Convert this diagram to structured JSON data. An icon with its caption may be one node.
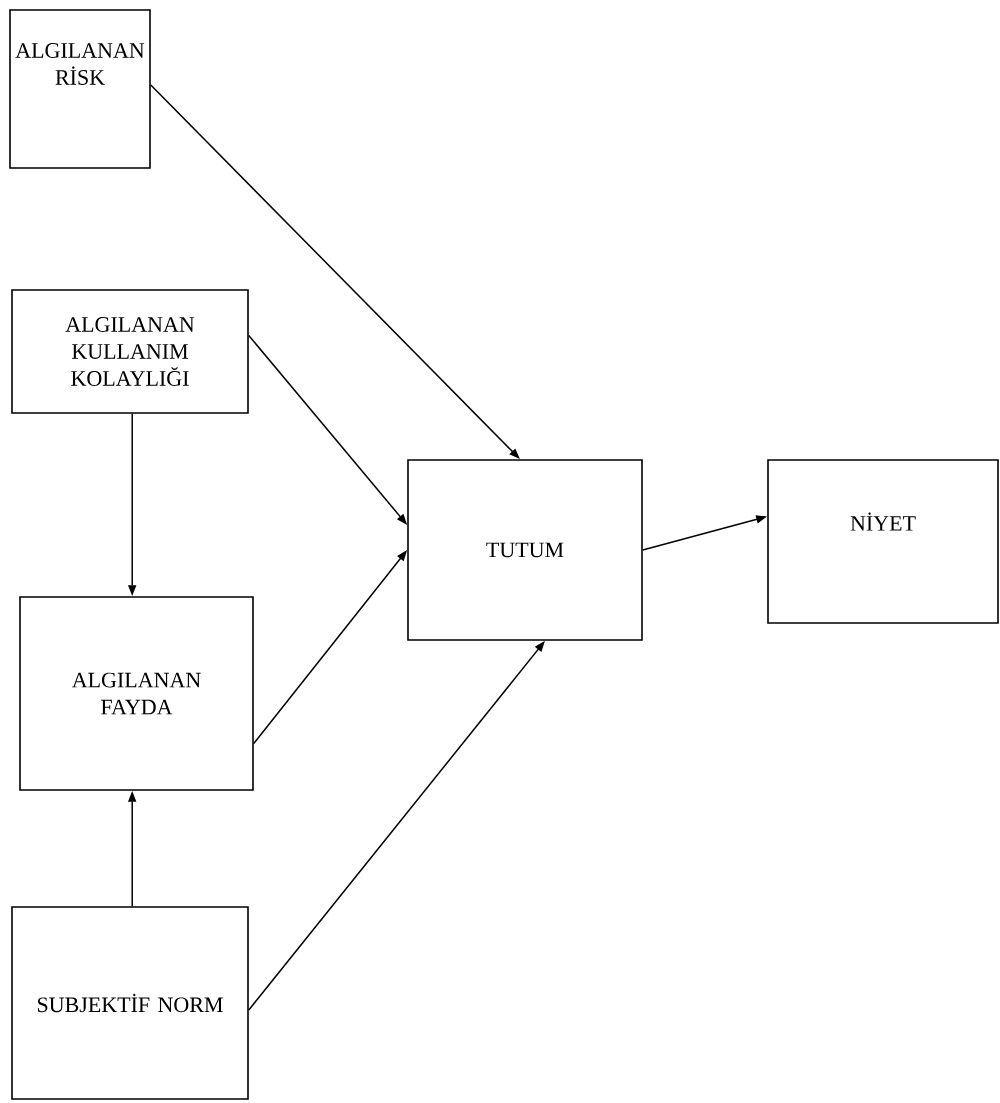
{
  "diagram": {
    "nodes": [
      {
        "text": [
          "ALGILANAN RİSK"
        ]
      },
      {
        "text": [
          "ALGILANAN KULLANIM KOLAYLIĞI"
        ]
      },
      {
        "text": [
          "TUTUM"
        ]
      },
      {
        "text": [
          "NİYET"
        ]
      },
      {
        "text": [
          "ALGILANAN FAYDA"
        ]
      },
      {
        "text": [
          "SUBJEKTİF NORM"
        ]
      }
    ],
    "edges": [
      {
        "from": 0,
        "to": 2,
        "arrow": "to"
      },
      {
        "from": 1,
        "to": 2,
        "arrow": "to"
      },
      {
        "from": 1,
        "to": 4,
        "arrow": "to"
      },
      {
        "from": 4,
        "to": 2,
        "arrow": "to"
      },
      {
        "from": 5,
        "to": 4,
        "arrow": "to"
      },
      {
        "from": 5,
        "to": 2,
        "arrow": "to"
      },
      {
        "from": 2,
        "to": 3,
        "arrow": "to"
      }
    ]
  }
}
